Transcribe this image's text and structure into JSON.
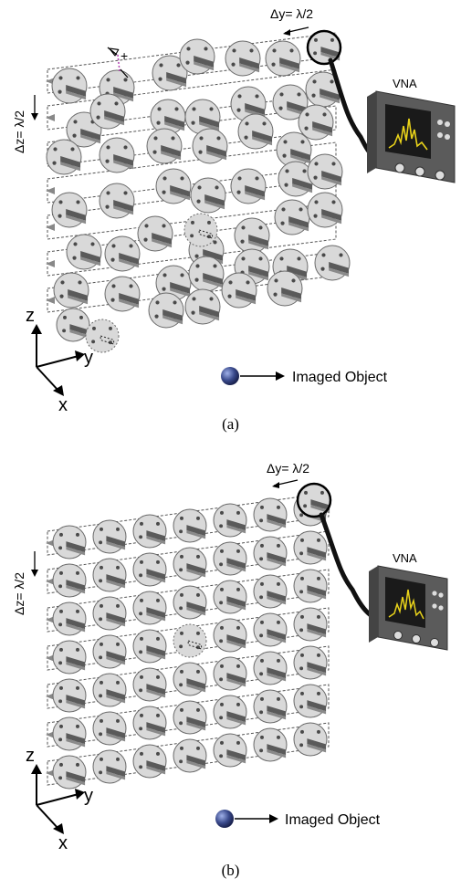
{
  "panel_a": {
    "caption": "(a)",
    "dy_label": "Δy= λ/2",
    "dz_label": "Δz= λ/2",
    "delta_label": "Δ",
    "vna_label": "VNA",
    "axis_z": "z",
    "axis_y": "y",
    "axis_x": "x",
    "legend_text": "Imaged Object"
  },
  "panel_b": {
    "caption": "(b)",
    "dy_label": "Δy= λ/2",
    "dz_label": "Δz= λ/2",
    "vna_label": "VNA",
    "axis_z": "z",
    "axis_y": "y",
    "axis_x": "x",
    "legend_text": "Imaged Object"
  },
  "colors": {
    "probe_plate": "#d9d9d9",
    "vna_body": "#5b5b5b",
    "vna_screen": "#1a1a1a",
    "spectrum": "#e8d21a",
    "sphere": "#3a4a8c",
    "delta_marker": "#b040b0"
  }
}
